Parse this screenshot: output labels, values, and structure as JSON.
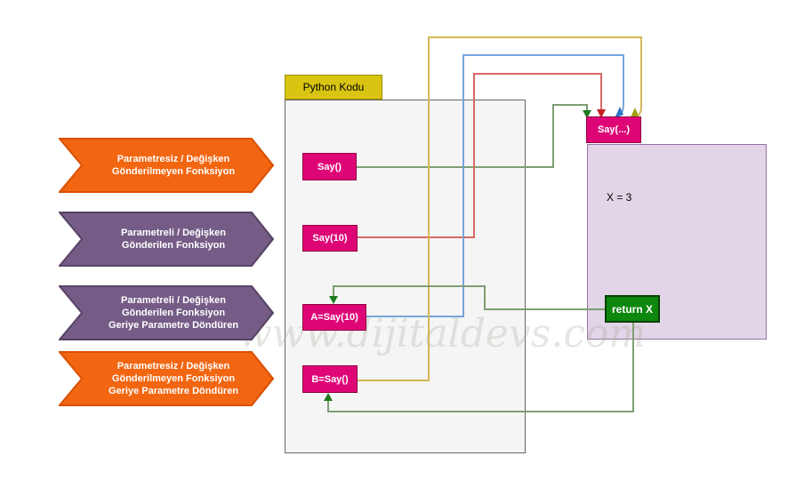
{
  "diagram": {
    "watermark": "www.dijitaldevs.com",
    "left_arrows": [
      {
        "label": "Parametresiz / Değişken\nGönderilmeyen Fonksiyon",
        "type": "orange"
      },
      {
        "label": "Parametreli / Değişken\nGönderilen Fonksiyon",
        "type": "purple"
      },
      {
        "label": "Parametreli / Değişken\nGönderilen Fonksiyon\nGeriye Parametre Döndüren",
        "type": "purple"
      },
      {
        "label": "Parametresiz / Değişken\nGönderilmeyen Fonksiyon\nGeriye Parametre Döndüren",
        "type": "orange"
      }
    ],
    "code_panel": {
      "title": "Python Kodu",
      "calls": [
        "Say()",
        "Say(10)",
        "A=Say(10)",
        "B=Say()"
      ]
    },
    "function_panel": {
      "title": "Say(...)",
      "body": "X = 3",
      "return_label": "return X"
    }
  },
  "colors": {
    "orange": "#F26611",
    "orange-stroke": "#D94F00",
    "purple": "#755C86",
    "purple-stroke": "#564366",
    "pink": "#DE0677",
    "pink-stroke": "#90003F",
    "gold": "#D9C511",
    "gold-stroke": "#9C8E00",
    "green-box": "#0D870D",
    "green-box-stroke": "#053F05",
    "lavender": "#E1D5E7",
    "lavender-stroke": "#9673A6",
    "panel": "#F5F5F5",
    "panel-stroke": "#666666",
    "line-green": "#7E9E73",
    "line-red": "#D66A63",
    "line-blue": "#76A5DC",
    "line-yellow": "#D6B656",
    "arrow-green": "#1B7A1B",
    "arrow-red": "#C62222",
    "arrow-blue": "#2E74C9",
    "arrow-yellow": "#9FA013"
  }
}
